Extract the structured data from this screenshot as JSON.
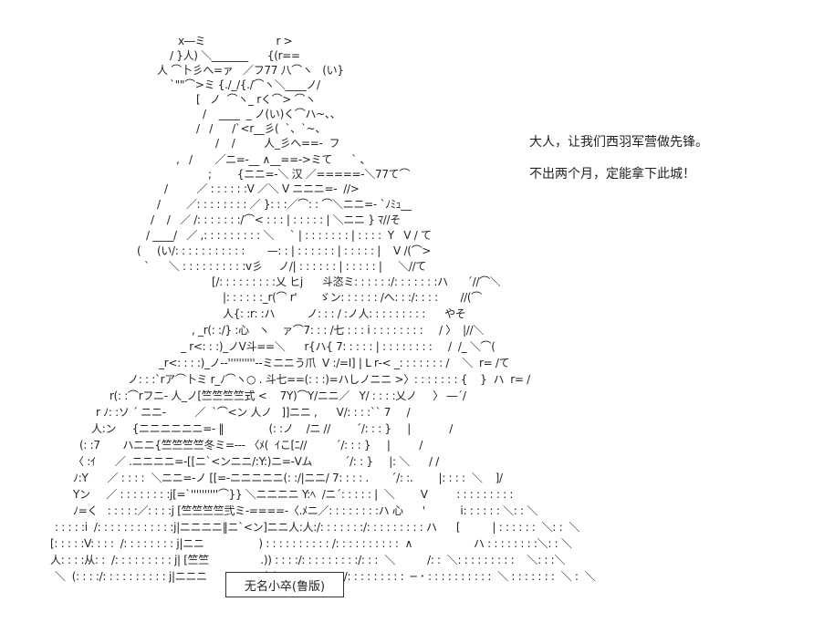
{
  "dialogue": [
    "大人，让我们西羽军营做先锋。",
    "不出两个月，定能拿下此城！"
  ],
  "name_label": "无名小卒(鲁版)",
  "banner_char": "汉",
  "art_lines": [
    "x―ミ                      r >",
    "/ }人) ＼_______      {(r==",
    "人 ⌒卜彡へ=ァ   ／フ77 八⌒ヽ   (い}",
    "`\"\"⌒>ミ {./_/{./⌒ヽ＼____ノ/",
    "[   ノ  ⌒ヽ_ rく⌒> ⌒ヽ",
    "/    ____  _ ノ(い)く⌒ハ~、、",
    "/   /      /`<r__彡(  `、`~、",
    "/    /         人_彡へ==-  フ",
    ",   /       ／ニ=-__ ∧__==->ミて      ` 、",
    ";        {ニニ=-＼ 汉 ／=====-＼77て⌒",
    "/         ／ : : : : : :V ／＼ V ニニニ=-  //>",
    "/        ／: : : : : : : : ／ }: : :／⌒: : ⌒＼ニニ=- `ﾉﾐｭ__",
    "/    /   ／ /: : : : : : :/⌒< : : : | : : : : : | ＼ニニ } ﾏ//そ",
    "/ ____/   ／ ,: : : : : : : : : ＼     ` | : : : : : : : | : : : :  Y   V / て",
    "(     (い/: : : : : : : : : : :       —: : | : : : : : : | : : : : : |    V /(⌒>",
    "`      ＼ : : : : : : : : : :v彡     ノ/| : : : : : : | : : : : : |     ＼//て",
    "[/: : : : : : : : :乂 ヒj      斗恣ミ: : : : : :/: : : : : : :ハ      ´//⌒＼",
    "|: : : : : :_r(⌒ r'       ゞン: : : : : : /へ: : :/: : : :       //(⌒",
    "人{: :r: :ハ          ノ: : : / :ノ人: : : : : : : : :      やそ",
    ", _r(: :/} :心   ヽ    ァ⌒7: : : /七 : : : i : : : : : : : :     / 〉  |//＼",
    "_ r<: : :)_ノV斗==＼      r{ハ{ 7: : : : : | : : : : : : : :     /  /_ ＼⌒(",
    "_r<: : : :)_ノ-‐''''''''''--ミニニう爪  V :/=I] | L r‐< _: : : : : : : /    ＼  r= /て",
    "ノ: : :`rア⌒卜ミ r_ﾉ⌒ヽ○ . 斗七==(: : :)=ハしノニニ >〉: : : : : : : {    }  ハ  r= /",
    "r(: :⌒rフニ- 人_ノ[竺竺竺竺式 <    7Y)⌒Y/ニニ／   Y/ : : : :乂ノ     〉 ―´/",
    "r ﾉ: :ソ ´ ニニ-         ／  `⌒<ン 人ノ   ]]ニニ ,      V/: : : :`` 7     /",
    "人:ン     {ニニニニニニ=- ‖              (: :ノ    /ニ //        ´/: : : }     |            /",
    "(: :7       ハニニ{竺竺竺竺冬ミ=--- 〈ﾒ(  ｲこ[ﾆ//         ´/: : : }     |         /",
    "〈 :ｲ      ／ .ニニニニ=-[[ニ`<ンニニ/:Y:)ニ=-Vム          ´/: : }     |: ＼      / /",
    "ﾉ:Y      ／ : : : :  ＼ニニ=-ノ [[=-ニニニニニ(: :/|ニニ/ 7: : : : .       ´/: :.        |: : : :  ＼    ]/",
    "Yン     ／ : : : : : : : :j[=`''''''''''⌒}} ＼ニニニニ Y:ﾍ  /ニ´: : : : : |  ＼        V         : : : : : : : : :",
    "ﾉ=く   : : : : :／: : : :j [竺竺竺竺弐ミ-====-〈.ﾒニ／: : : : : : : :ハ 心      '           i: : : : : : ＼: : ＼",
    ": : : : :i  /: : : : : : : : : : : :j|ニニニニ‖ニ`<ン]ニニ人:人:/: : : : : : :/: : : : : : : : : ハ      [          | : : : : : :  ＼: :  ＼",
    "[: : : : :V: : : :  /: : : : : : : : j|ニニ                 ) : : : : : : : : : : /: : : : : : : : : :  ∧                   ハ : : : : : : : :＼: : ＼",
    "人: : : :从: :  /: : : : : : : : : j| [竺竺                .)) : : : :/: : : : : : : : :/: : :  ＼          /: :  ＼: : : : : : : : :    ＼: : :＼",
    "＼  (: : : :/: : : : : : : : : : j|ニニニ                 {_) : :/: : : : : : : :/: : : : : : : : :  ─ ･ : : : : : : : : : :  ＼ : : : : : : :  ＼ :  ＼"
  ]
}
